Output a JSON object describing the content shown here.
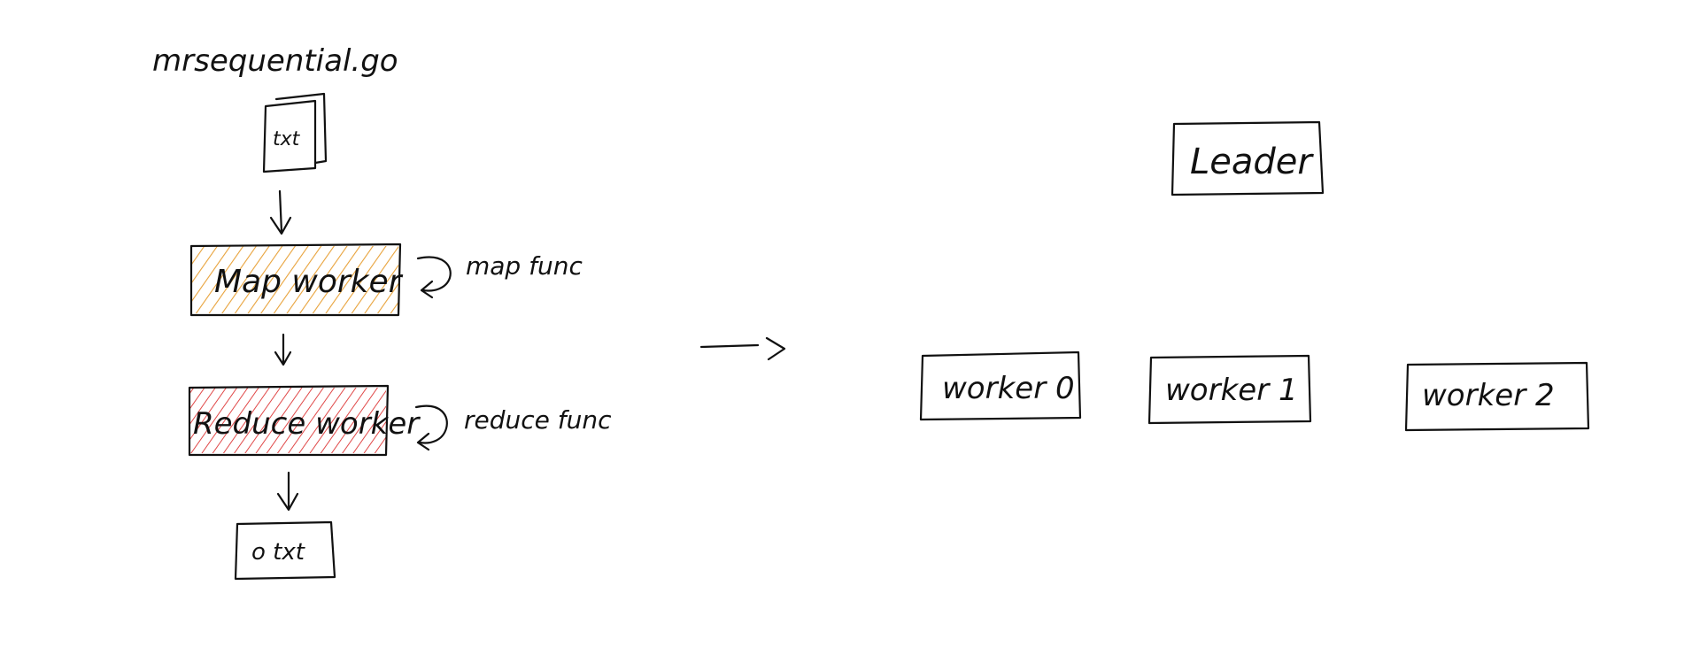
{
  "title": "mrsequential.go",
  "sequential": {
    "input_label": "txt",
    "map_worker": {
      "label": "Map worker",
      "hatch_color": "#e8a23a"
    },
    "map_func": "map func",
    "reduce_worker": {
      "label": "Reduce worker",
      "hatch_color": "#e04848"
    },
    "reduce_func": "reduce func",
    "output_label": "o txt"
  },
  "distributed": {
    "leader_label": "Leader",
    "workers": [
      "worker 0",
      "worker 1",
      "worker 2"
    ]
  }
}
